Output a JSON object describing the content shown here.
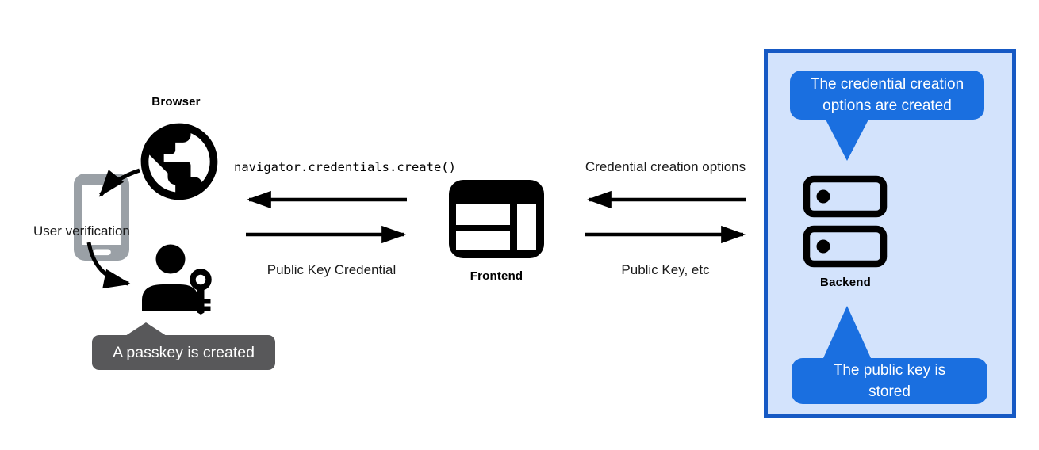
{
  "diagram": {
    "left": {
      "browser_label": "Browser",
      "user_verification_label": "User verification",
      "passkey_tooltip": "A passkey is created"
    },
    "center": {
      "frontend_label": "Frontend",
      "call_label": "navigator.credentials.create()",
      "return_label": "Public Key Credential"
    },
    "right": {
      "request_label": "Credential creation options",
      "response_label": "Public Key, etc"
    },
    "backend_panel": {
      "backend_label": "Backend",
      "bubble_top": {
        "line1": "The credential creation",
        "line2": "options are created"
      },
      "bubble_bottom": {
        "line1": "The public key is",
        "line2": "stored"
      }
    },
    "colors": {
      "bubble_blue": "#1a6fe0",
      "panel_border_blue": "#1659c4",
      "panel_fill_blue": "#d3e3fc",
      "tooltip_gray": "#58585a",
      "phone_gray": "#9aa0a6",
      "arrow_black": "#000000"
    }
  }
}
